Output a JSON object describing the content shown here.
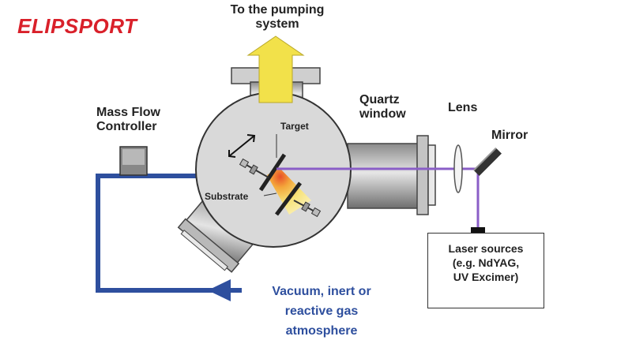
{
  "logo": {
    "text": "ELIPSPORT",
    "color": "#d9202a"
  },
  "labels": {
    "pumping_line1": "To the pumping",
    "pumping_line2": "system",
    "mfc_line1": "Mass Flow",
    "mfc_line2": "Controller",
    "quartz_line1": "Quartz",
    "quartz_line2": "window",
    "lens": "Lens",
    "mirror": "Mirror",
    "target": "Target",
    "substrate": "Substrate",
    "laser_line1": "Laser sources",
    "laser_line2": "(e.g. NdYAG,",
    "laser_line3": "UV Excimer)",
    "gas_line1": "Vacuum, inert or",
    "gas_line2": "reactive gas",
    "gas_line3": "atmosphere"
  },
  "colors": {
    "gas_line": "#2e4f9e",
    "laser_beam": "#8a5ec7",
    "pump_arrow": "#f2e14a",
    "chamber": "#d9d9d9",
    "plume": "#f5e27a"
  }
}
